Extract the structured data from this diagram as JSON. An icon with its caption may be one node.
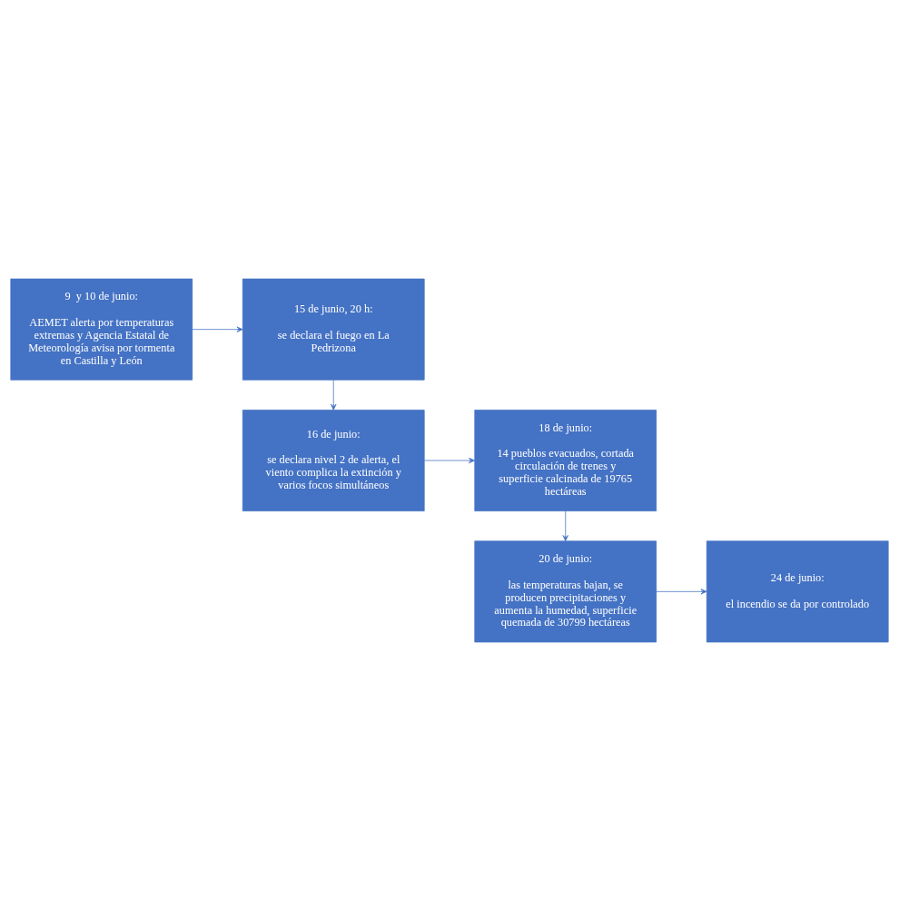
{
  "diagram": {
    "nodes": [
      {
        "text": [
          "9  y 10 de junio:",
          "AEMET alerta por temperaturas extremas y Agencia Estatal de Meteorología avisa por tormenta en Castilla y León"
        ]
      },
      {
        "text": [
          "15 de junio, 20 h:",
          "se declara el fuego en La Pedrizona"
        ]
      },
      {
        "text": [
          "16 de junio:",
          "se declara nivel 2 de alerta, el viento complica la extinción y varios focos simultáneos"
        ]
      },
      {
        "text": [
          "18 de junio:",
          "14 pueblos evacuados, cortada circulación de trenes y superficie calcinada de 19765 hectáreas"
        ]
      },
      {
        "text": [
          "20 de junio:",
          "las temperaturas bajan, se producen precipitaciones y aumenta la humedad, superficie quemada de 30799 hectáreas"
        ]
      },
      {
        "text": [
          "24 de junio:",
          "el incendio se da por controlado"
        ]
      }
    ],
    "edges": [
      {
        "from": 0,
        "to": 1,
        "arrow": "to"
      },
      {
        "from": 1,
        "to": 2,
        "arrow": "to"
      },
      {
        "from": 2,
        "to": 3,
        "arrow": "to"
      },
      {
        "from": 3,
        "to": 4,
        "arrow": "to"
      },
      {
        "from": 4,
        "to": 5,
        "arrow": "to"
      }
    ]
  }
}
